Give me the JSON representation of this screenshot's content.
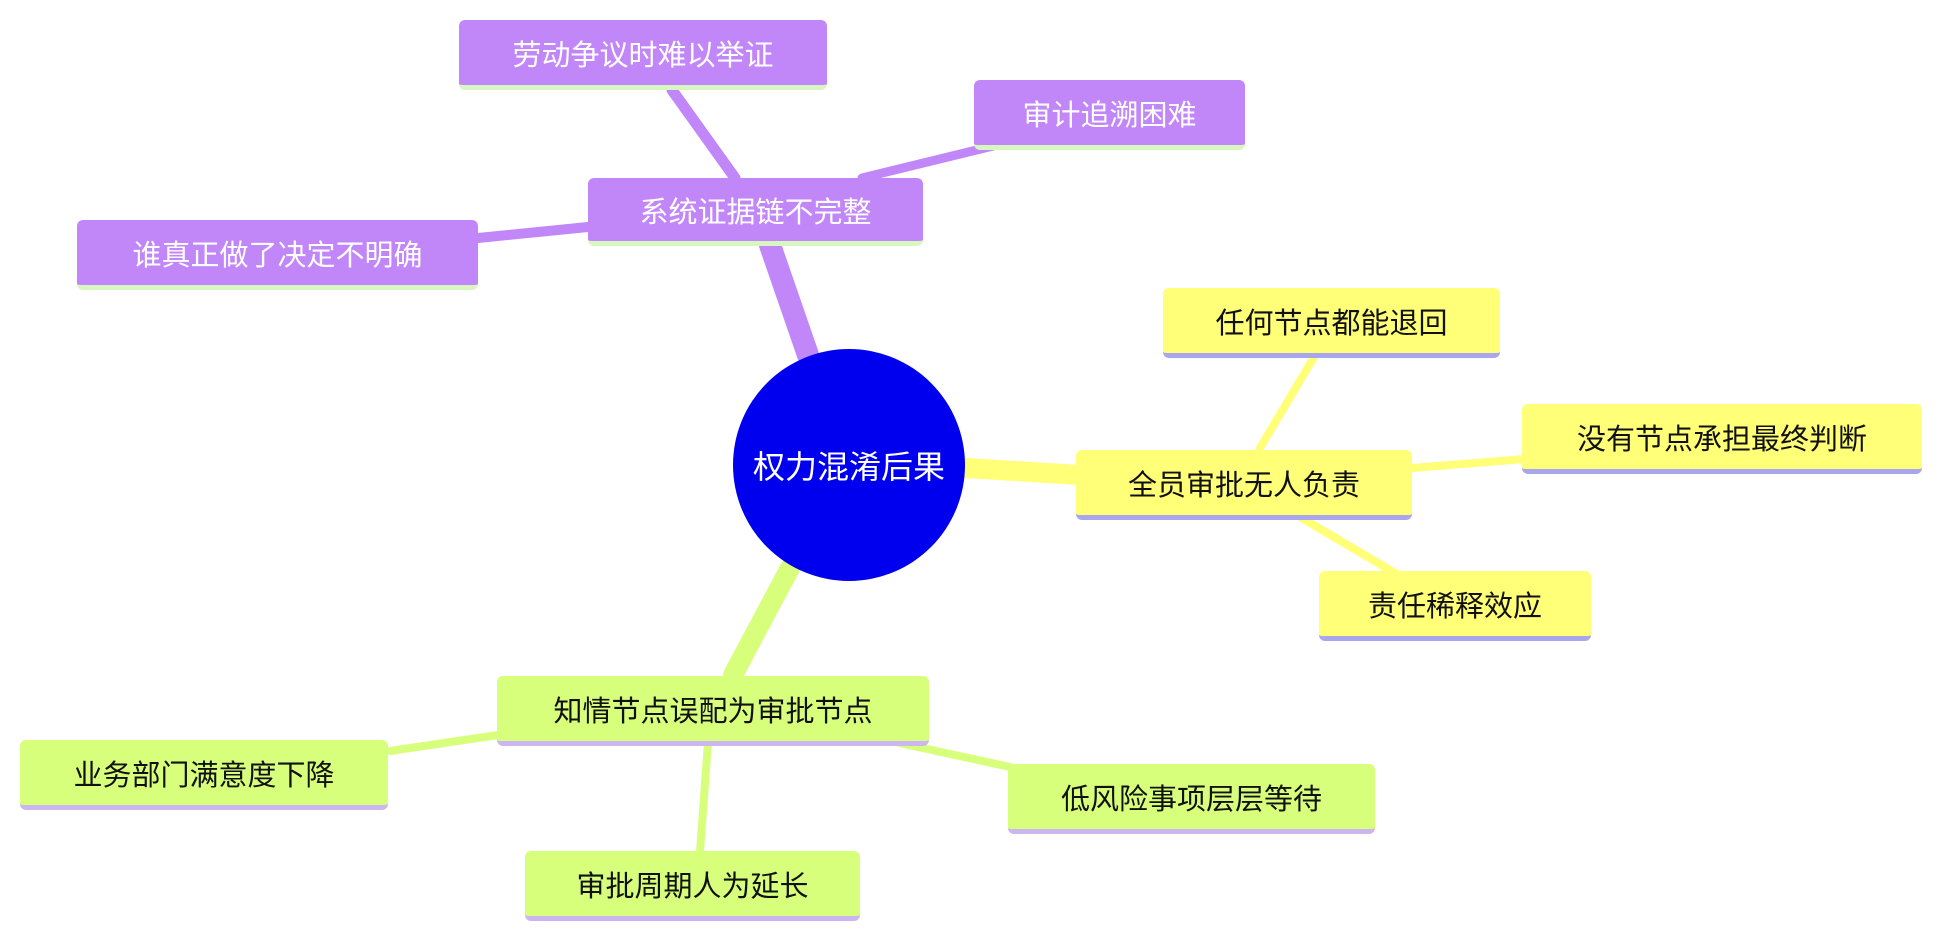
{
  "center": {
    "label": "权力混淆后果"
  },
  "branches": {
    "evidence": {
      "label": "系统证据链不完整",
      "children": [
        "劳动争议时难以举证",
        "审计追溯困难",
        "谁真正做了决定不明确"
      ]
    },
    "responsibility": {
      "label": "全员审批无人负责",
      "children": [
        "任何节点都能退回",
        "没有节点承担最终判断",
        "责任稀释效应"
      ]
    },
    "misconfig": {
      "label": "知情节点误配为审批节点",
      "children": [
        "业务部门满意度下降",
        "低风险事项层层等待",
        "审批周期人为延长"
      ]
    }
  },
  "colors": {
    "center": "#0000ee",
    "purple_branch": "#c187f8",
    "yellow_branch": "#ffff78",
    "green_branch": "#d8ff7c"
  }
}
